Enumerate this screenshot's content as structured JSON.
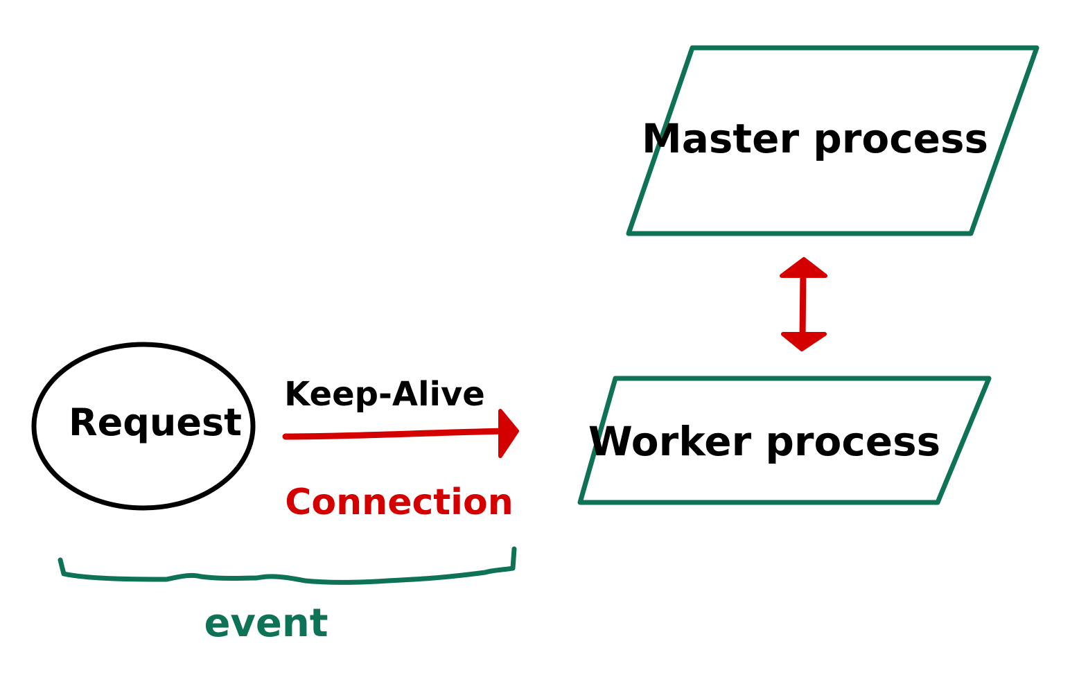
{
  "colors": {
    "ink": "#000000",
    "green": "#0e7356",
    "red": "#d40000",
    "background": "#ffffff"
  },
  "nodes": {
    "request": {
      "label": "Request",
      "shape": "ellipse"
    },
    "master": {
      "label": "Master process",
      "shape": "parallelogram"
    },
    "worker": {
      "label": "Worker process",
      "shape": "parallelogram"
    }
  },
  "edges": {
    "request_to_worker": {
      "label_above": "Keep-Alive",
      "label_below": "Connection",
      "direction": "right"
    },
    "master_worker": {
      "direction": "bidirectional"
    }
  },
  "brace": {
    "label": "event"
  }
}
